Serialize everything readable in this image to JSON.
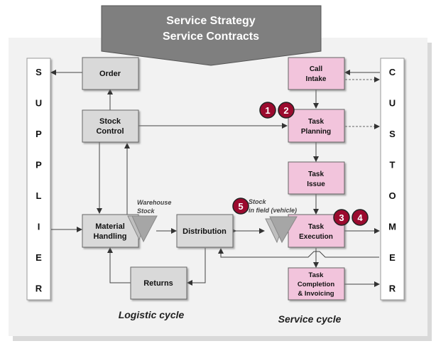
{
  "banner": {
    "lines": [
      "Service Strategy",
      "Service Contracts"
    ]
  },
  "supplier": {
    "label": "SUPPLIER",
    "letters": [
      "S",
      "U",
      "P",
      "P",
      "L",
      "I",
      "E",
      "R"
    ]
  },
  "customer": {
    "label": "CUSTOMER",
    "letters": [
      "C",
      "U",
      "S",
      "T",
      "O",
      "M",
      "E",
      "R"
    ]
  },
  "logistic_boxes": {
    "order": [
      "Order"
    ],
    "stock_control": [
      "Stock",
      "Control"
    ],
    "material_handling": [
      "Material",
      "Handling"
    ],
    "distribution": [
      "Distribution"
    ],
    "returns": [
      "Returns"
    ]
  },
  "service_boxes": {
    "call_intake": [
      "Call",
      "Intake"
    ],
    "task_planning": [
      "Task",
      "Planning"
    ],
    "task_issue": [
      "Task",
      "Issue"
    ],
    "task_execution": [
      "Task",
      "Execution"
    ],
    "task_completion": [
      "Task",
      "Completion",
      "& Invoicing"
    ]
  },
  "stock_labels": {
    "warehouse": [
      "Warehouse",
      "Stock"
    ],
    "field": [
      "Stock",
      "in field (vehicle)"
    ]
  },
  "badges": [
    "1",
    "2",
    "3",
    "4",
    "5"
  ],
  "cycle_labels": {
    "logistic": "Logistic cycle",
    "service": "Service cycle"
  },
  "colors": {
    "banner": "#7f7f7f",
    "panel": "#f2f2f2",
    "panel_shadow": "#d9d9d9",
    "logistic_box": "#d9d9d9",
    "service_box": "#f2c4dc",
    "badge": "#9b0a2e",
    "triangle": "#a6a6a6"
  }
}
